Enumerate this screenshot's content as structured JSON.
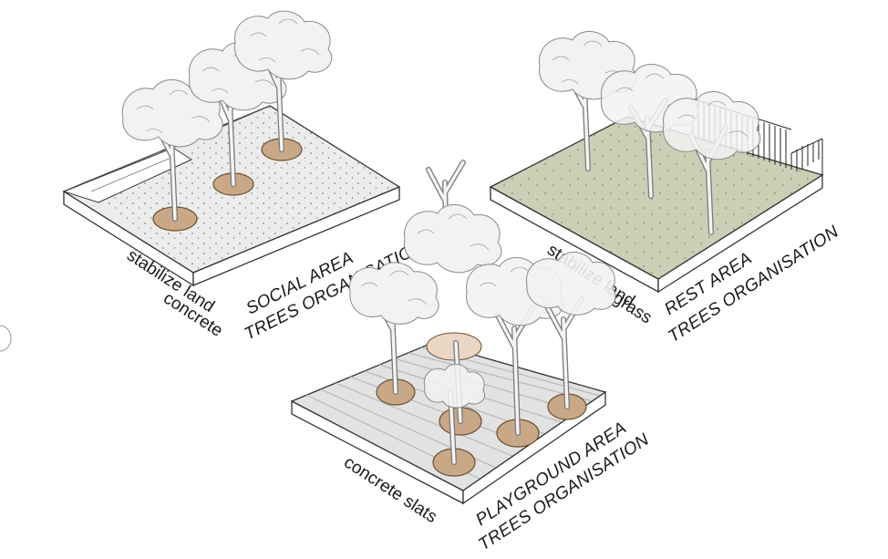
{
  "panels": {
    "social": {
      "material_line1": "stabilize land",
      "material_line2": "concrete",
      "title_line1": "SOCIAL AREA",
      "title_line2": "TREES ORGANISATION",
      "ground_color": "#ececec",
      "pit_color": "#c9a888"
    },
    "rest": {
      "material_line1": "stabilize land",
      "material_line2": "grass",
      "title_line1": "REST AREA",
      "title_line2": "TREES ORGANISATION",
      "ground_color": "#c9d0b6"
    },
    "playground": {
      "material_line1": "concrete slats",
      "title_line1": "PLAYGROUND AREA",
      "title_line2": "TREES ORGANISATION",
      "ground_color": "#e2e2e2",
      "slat_color": "#b8b8b8",
      "pit_color": "#c9a888"
    }
  }
}
